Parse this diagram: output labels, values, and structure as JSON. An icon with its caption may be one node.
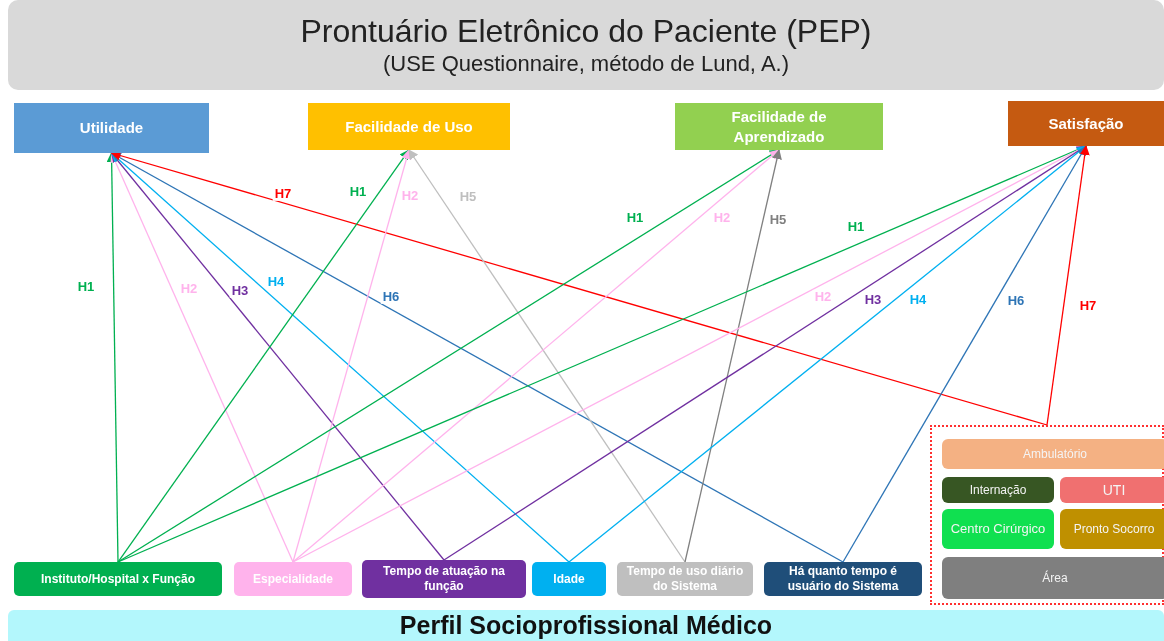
{
  "diagram": {
    "nodes": [
      {
        "text": [
          "Prontuário Eletrônico do Paciente (PEP)",
          "(USE Questionnaire, método de Lund, A.)"
        ]
      },
      {
        "text": [
          "Utilidade"
        ]
      },
      {
        "text": [
          "Facilidade  de Uso"
        ]
      },
      {
        "text": [
          "Facilidade  de Aprendizado"
        ]
      },
      {
        "text": [
          "Satisfação"
        ]
      },
      {
        "text": [
          "Instituto/Hospital x Função"
        ]
      },
      {
        "text": [
          "Especialidade"
        ]
      },
      {
        "text": [
          "Tempo de atuação na função"
        ]
      },
      {
        "text": [
          "Idade"
        ]
      },
      {
        "text": [
          "Tempo de uso diário do Sistema"
        ]
      },
      {
        "text": [
          "Há quanto tempo é usuário  do Sistema"
        ]
      },
      {
        "text": [],
        "shape": "box"
      },
      {
        "text": [
          "Ambulatório"
        ],
        "in": 11
      },
      {
        "text": [
          "Internação"
        ],
        "in": 11
      },
      {
        "text": [
          "UTI"
        ],
        "in": 11
      },
      {
        "text": [
          "Centro Cirúrgico"
        ],
        "in": 11
      },
      {
        "text": [
          "Pronto Socorro"
        ],
        "in": 11
      },
      {
        "text": [
          "Área"
        ],
        "in": 11
      },
      {
        "text": [
          "Perfil Socioprofissional Médico"
        ]
      }
    ],
    "edges": [
      {
        "from": 5,
        "to": 1,
        "arrow": "to",
        "label": "H1",
        "color": "#00b050"
      },
      {
        "from": 6,
        "to": 1,
        "arrow": "to",
        "label": "H2",
        "color": "#ffb3ec"
      },
      {
        "from": 7,
        "to": 1,
        "arrow": "to",
        "label": "H3",
        "color": "#7030a0"
      },
      {
        "from": 8,
        "to": 1,
        "arrow": "to",
        "label": "H4",
        "color": "#00b0f0"
      },
      {
        "from": 10,
        "to": 1,
        "arrow": "to",
        "label": "H6",
        "color": "#2e75b6"
      },
      {
        "from": 11,
        "to": 1,
        "arrow": "to",
        "label": "H7",
        "color": "#ff0000"
      },
      {
        "from": 5,
        "to": 2,
        "arrow": "to",
        "label": "H1",
        "color": "#00b050"
      },
      {
        "from": 6,
        "to": 2,
        "arrow": "to",
        "label": "H2",
        "color": "#ffb3ec"
      },
      {
        "from": 9,
        "to": 2,
        "arrow": "to",
        "label": "H5",
        "color": "#bfbfbf"
      },
      {
        "from": 5,
        "to": 3,
        "arrow": "to",
        "label": "H1",
        "color": "#00b050"
      },
      {
        "from": 6,
        "to": 3,
        "arrow": "to",
        "label": "H2",
        "color": "#ffb3ec"
      },
      {
        "from": 9,
        "to": 3,
        "arrow": "to",
        "label": "H5",
        "color": "#808080"
      },
      {
        "from": 5,
        "to": 4,
        "arrow": "to",
        "label": "H1",
        "color": "#00b050"
      },
      {
        "from": 6,
        "to": 4,
        "arrow": "to",
        "label": "H2",
        "color": "#ffb3ec"
      },
      {
        "from": 7,
        "to": 4,
        "arrow": "to",
        "label": "H3",
        "color": "#7030a0"
      },
      {
        "from": 8,
        "to": 4,
        "arrow": "to",
        "label": "H4",
        "color": "#00b0f0"
      },
      {
        "from": 10,
        "to": 4,
        "arrow": "to",
        "label": "H6",
        "color": "#2e75b6"
      },
      {
        "from": 11,
        "to": 4,
        "arrow": "to",
        "label": "H7",
        "color": "#ff0000"
      }
    ]
  }
}
